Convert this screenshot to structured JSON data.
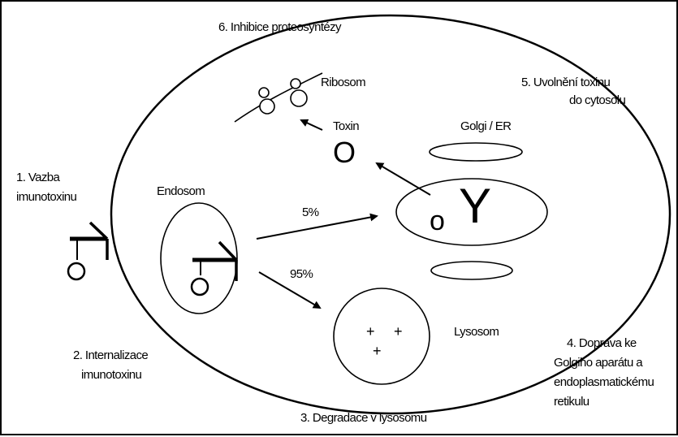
{
  "labels": {
    "step6": "6. Inhibice proteosyntézy",
    "ribosom": "Ribosom",
    "step5_line1": "5. Uvolnění toxinu",
    "step5_line2": "do cytosolu",
    "toxin": "Toxin",
    "golgi_er": "Golgi / ER",
    "step1_line1": "1. Vazba",
    "step1_line2": "imunotoxinu",
    "endosom": "Endosom",
    "pct5": "5%",
    "pct95": "95%",
    "lysosom": "Lysosom",
    "step4_line1": "4. Doprava ke",
    "step4_line2": "Golgiho aparátu a",
    "step4_line3": "endoplasmatickému",
    "step4_line4": "retikulu",
    "step2_line1": "2. Internalizace",
    "step2_line2": "imunotoxinu",
    "step3": "3. Degradace v lysosomu"
  },
  "glyphs": {
    "toxin_symbol": "O",
    "toxin_small": "o",
    "antibody_symbol": "Y",
    "lysosome_plus": "+"
  }
}
